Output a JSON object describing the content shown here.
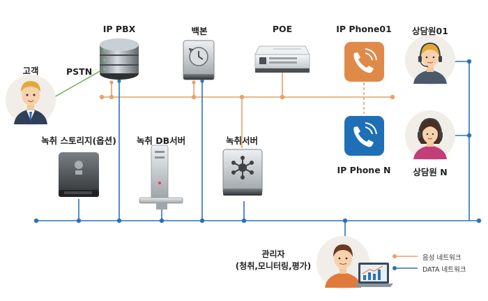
{
  "labels": {
    "customer": "고객",
    "pstn": "PSTN",
    "ip_pbx": "IP PBX",
    "backup": "백본",
    "poe": "POE",
    "ip_phone_01": "IP Phone01",
    "agent_01": "상담원01",
    "recording_storage": "녹취 스토리지(옵션)",
    "recording_db_server": "녹취 DB서버",
    "recording_server": "녹취서버",
    "ip_phone_n": "IP Phone N",
    "agent_n": "상담원 N",
    "admin_line1": "관리자",
    "admin_line2": "(청취,모니터링,평가)"
  },
  "legend": {
    "voice_network": "음성 네트워크",
    "data_network": "DATA 네트워크"
  },
  "colors": {
    "voice_line": "#E8A166",
    "data_line": "#2A72B8",
    "pstn_line": "#6AA84F",
    "phone_orange": "#E08A4A",
    "phone_blue": "#1F6FB6"
  }
}
